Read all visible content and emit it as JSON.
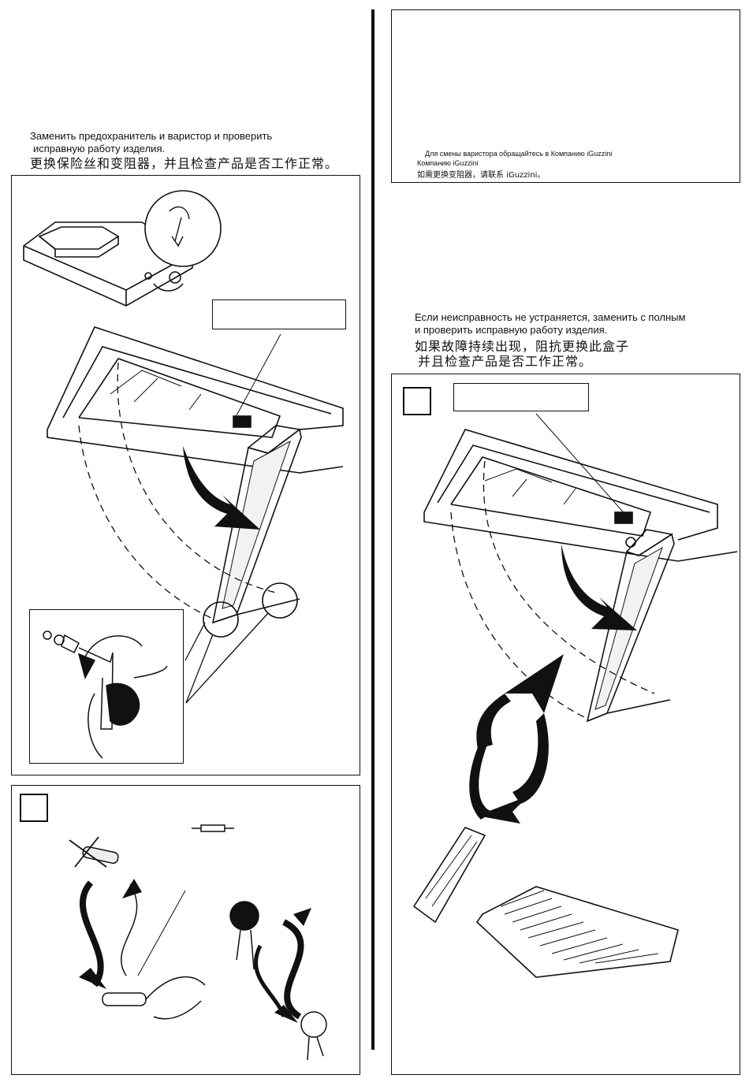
{
  "left": {
    "instruction_ru_line1": "Заменить предохранитель и варистор и проверить",
    "instruction_ru_line2": "исправную работу изделия.",
    "instruction_zh": "更换保险丝和变阻器，并且检查产品是否工作正常。"
  },
  "right": {
    "note_ru_line1": "Для смены варистора обращайтесь в Компанию iGuzzini",
    "note_ru_line2": "Компанию iGuzzini",
    "note_zh": "如需更换变阻器，请联系 iGuzzini。",
    "instruction_ru_line1": "Если неисправность не устраняется, заменить с полным",
    "instruction_ru_line2": "и проверить исправную работу изделия.",
    "instruction_zh_line1": "如果故障持续出现，阻抗更换此盒子",
    "instruction_zh_line2": "并且检查产品是否工作正常。"
  },
  "icons": [
    "fuse-symbol-icon",
    "hex-key-icon",
    "rotate-arrow-icon",
    "swap-arrows-icon"
  ]
}
